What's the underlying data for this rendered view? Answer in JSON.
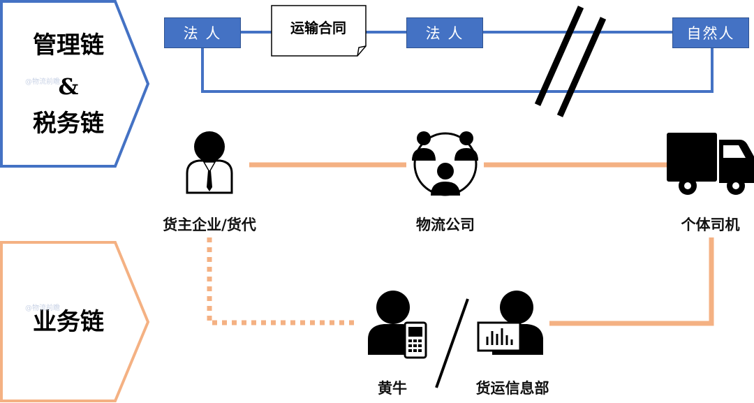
{
  "management_chain": {
    "title_line1": "管理链",
    "title_amp": "&",
    "title_line2": "税务链",
    "box_left": "法 人",
    "contract": "运输合同",
    "box_middle": "法 人",
    "box_right": "自然人",
    "border_color": "#4472c4"
  },
  "business_chain": {
    "title": "业务链",
    "border_color": "#f4b183"
  },
  "nodes": {
    "shipper": "货主企业/货代",
    "logistics": "物流公司",
    "driver": "个体司机",
    "broker": "黄牛",
    "info_dept": "货运信息部"
  },
  "watermark": "@物流前瞻",
  "colors": {
    "blue_box": "#4472c4",
    "orange_line": "#f4b183",
    "icon": "#000000"
  }
}
